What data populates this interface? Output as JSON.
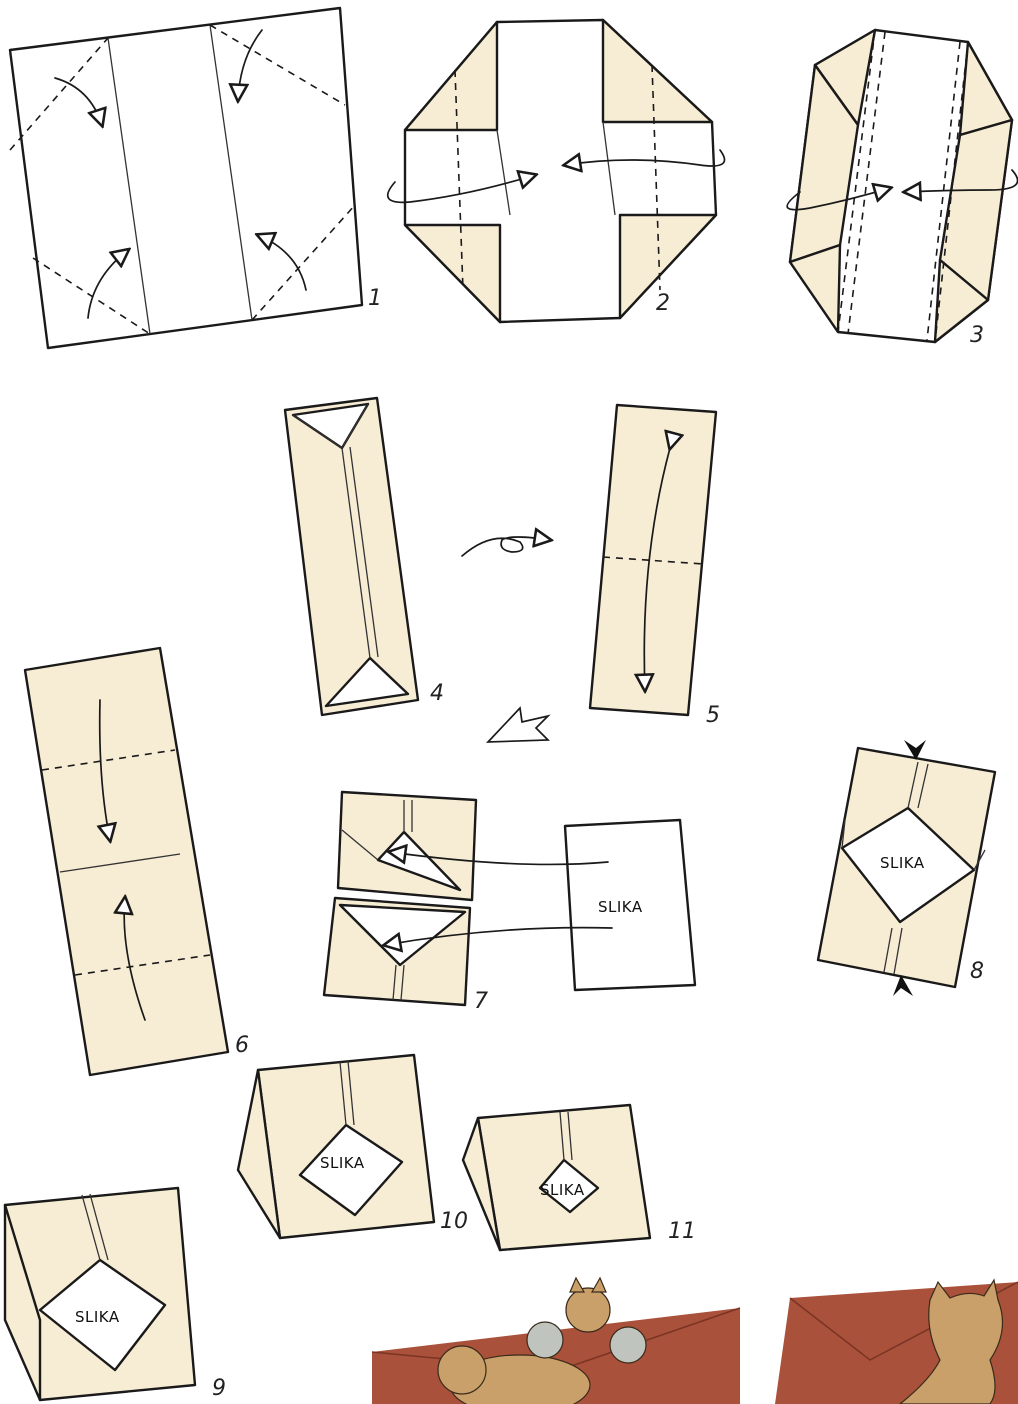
{
  "steps": [
    "1",
    "2",
    "3",
    "4",
    "5",
    "6",
    "7",
    "8",
    "9",
    "10",
    "11"
  ],
  "labels": {
    "step7": "SLIKA",
    "step8": "SLIKA",
    "step9": "SLIKA",
    "step10": "SLIKA",
    "step11": "SLIKA"
  },
  "colors": {
    "paper": "#f7ecd4",
    "line": "#1a1a1a",
    "photo_red": "#a9513a"
  },
  "photos": [
    "cats-in-envelope-photo",
    "cat-in-envelope-photo"
  ]
}
